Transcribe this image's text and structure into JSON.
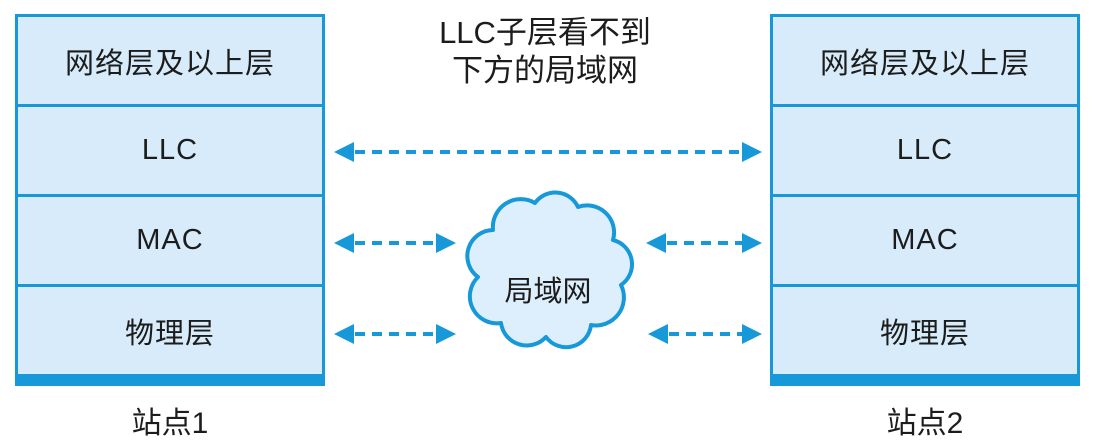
{
  "title": {
    "line1": "LLC子层看不到",
    "line2": "下方的局域网"
  },
  "stations": {
    "left": "站点1",
    "right": "站点2"
  },
  "layers": [
    "网络层及以上层",
    "LLC",
    "MAC",
    "物理层"
  ],
  "cloud": {
    "label": "局域网"
  },
  "arrows": {
    "style": "dashed-double-headed",
    "links": [
      "llc-to-llc",
      "mac-to-lan-left",
      "lan-to-mac-right",
      "phy-to-lan-left",
      "lan-to-phy-right"
    ]
  },
  "colors": {
    "accent": "#1798d8",
    "cell_fill": "#d7ebfa",
    "cloud_fill": "#ddeffc",
    "text": "#1c1c1c"
  }
}
